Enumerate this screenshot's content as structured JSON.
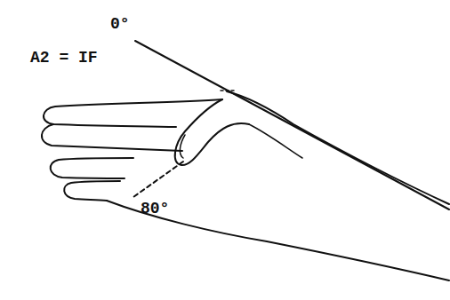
{
  "diagram": {
    "labels": [
      "A2 = IF",
      "0°",
      "80°"
    ]
  }
}
